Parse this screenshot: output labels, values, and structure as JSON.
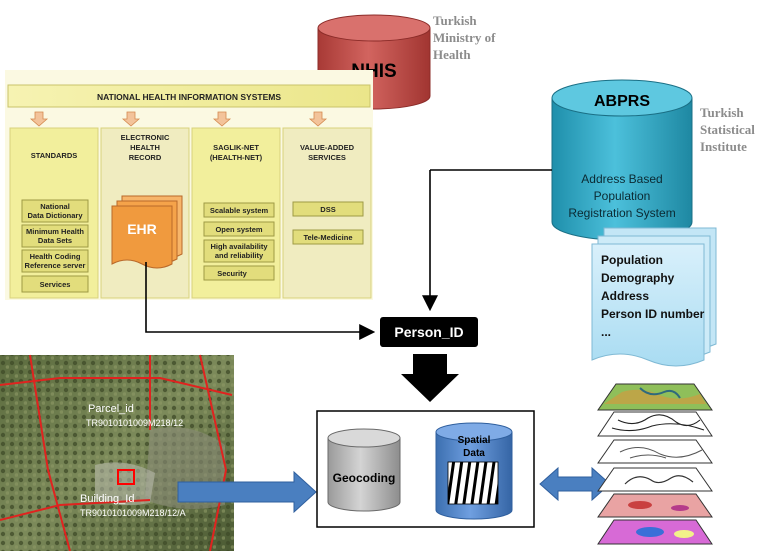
{
  "nhis": {
    "label": "NHIS",
    "org": [
      "Turkish",
      "Ministry of",
      "Health"
    ]
  },
  "abprs": {
    "label": "ABPRS",
    "description": [
      "Address Based",
      "Population",
      "Registration System"
    ],
    "org": [
      "Turkish",
      "Statistical",
      "Institute"
    ],
    "doc_lines": [
      "Population",
      "Demography",
      "Address",
      "Person ID number",
      "..."
    ]
  },
  "nhs_panel": {
    "title": "NATIONAL HEALTH INFORMATION SYSTEMS",
    "columns": [
      {
        "header": [
          "STANDARDS"
        ],
        "items": [
          [
            "National",
            "Data Dictionary"
          ],
          [
            "Minimum Health",
            "Data Sets"
          ],
          [
            "Health Coding",
            "Reference server"
          ],
          [
            "Services"
          ]
        ]
      },
      {
        "header": [
          "ELECTRONIC",
          "HEALTH",
          "RECORD"
        ],
        "items": []
      },
      {
        "header": [
          "SAGLIK-NET",
          "(HEALTH-NET)"
        ],
        "items": [
          [
            "Scalable system"
          ],
          [
            "Open system"
          ],
          [
            "High availability",
            "and reliability"
          ],
          [
            "Security"
          ]
        ]
      },
      {
        "header": [
          "VALUE-ADDED",
          "SERVICES"
        ],
        "items": [
          [
            "DSS"
          ],
          [
            "Tele-Medicine"
          ]
        ]
      }
    ],
    "ehr_label": "EHR"
  },
  "person_id": {
    "label": "Person_ID"
  },
  "photo": {
    "parcel_label": "Parcel_id",
    "parcel_code": "TR9010101009M218/12",
    "building_label": "Building_Id",
    "building_code": "TR9010101009M218/12/A"
  },
  "geo_box": {
    "geocoding_label": "Geocoding",
    "spatial_label": [
      "Spatial",
      "Data"
    ]
  },
  "colors": {
    "nhis_red": "#c0504d",
    "abprs_teal": "#31a8c4",
    "person_black": "#000000",
    "arrow_blue": "#4a7fc0",
    "panel_yellow": "#f3ee9c",
    "item_yellow": "#dede7a",
    "ehr_orange": "#f5a34a"
  }
}
